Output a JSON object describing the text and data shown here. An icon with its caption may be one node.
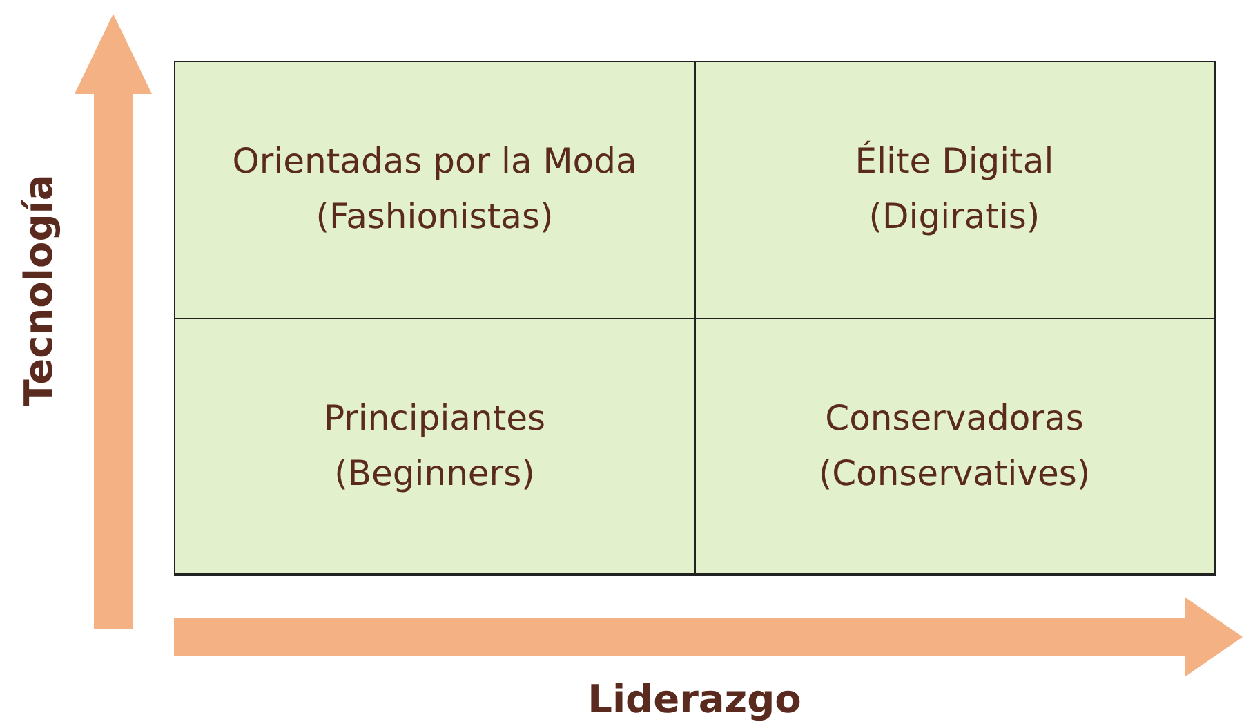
{
  "diagram": {
    "nodes": [
      {
        "text": [
          "Orientadas por la Moda",
          "(Fashionistas)"
        ]
      },
      {
        "text": [
          "Élite Digital",
          "(Digiratis)"
        ]
      },
      {
        "text": [
          "Principiantes",
          "(Beginners)"
        ]
      },
      {
        "text": [
          "Conservadoras",
          "(Conservatives)"
        ]
      }
    ],
    "labels": [
      "Tecnología",
      "Liderazgo"
    ]
  }
}
